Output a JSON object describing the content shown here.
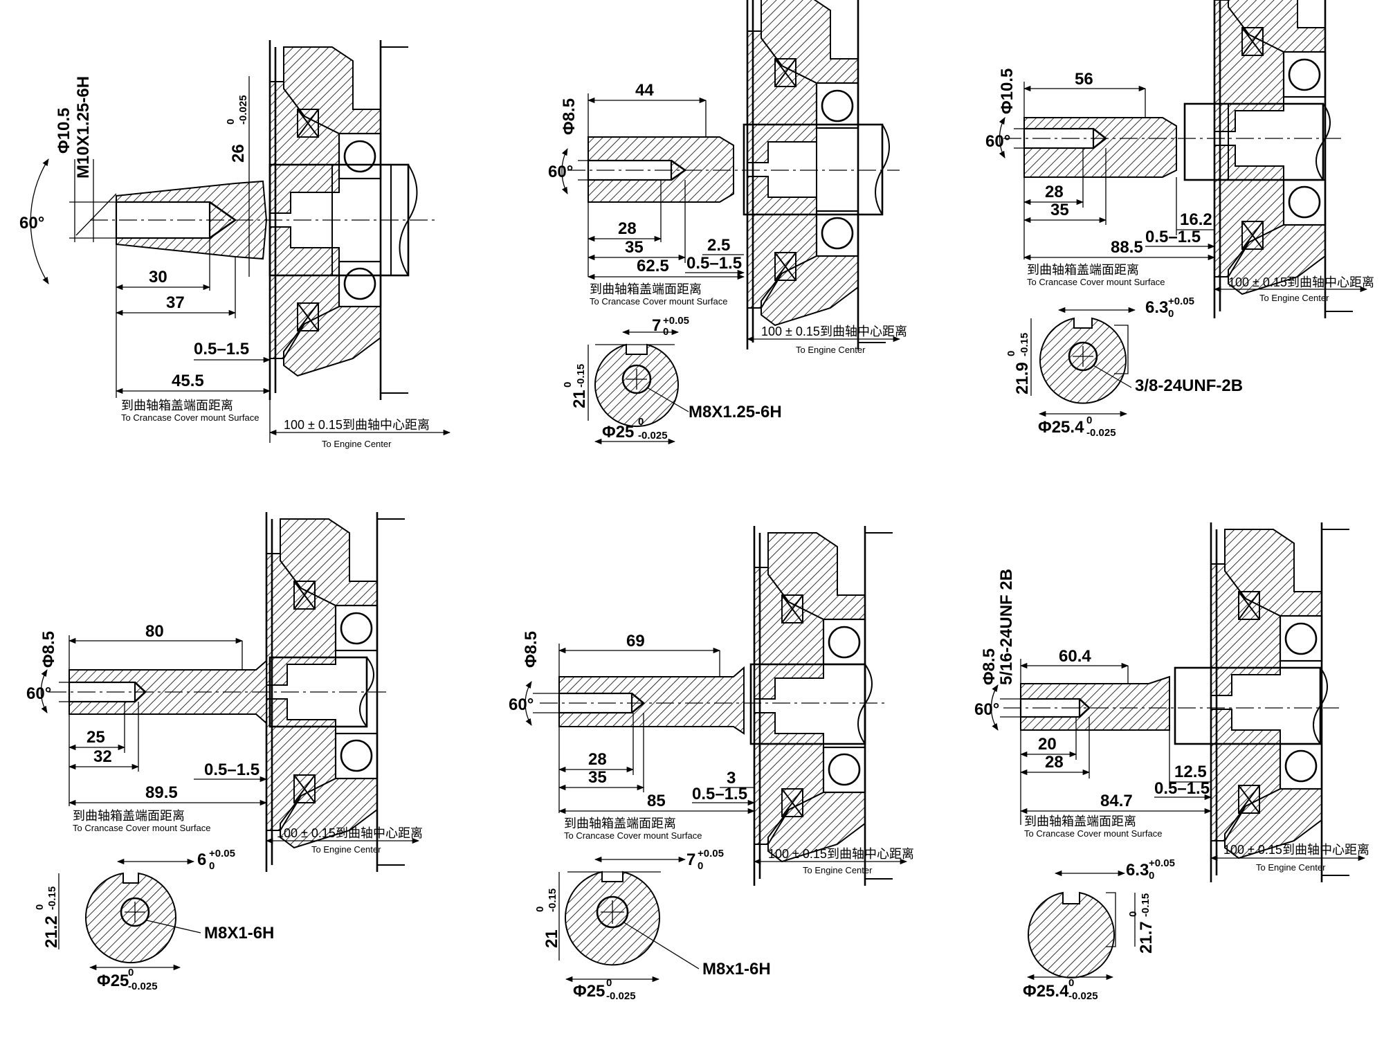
{
  "common": {
    "crankcase_cn": "到曲轴箱盖端面距离",
    "crankcase_en": "To Crancase Cover mount Surface",
    "center_cn": "100 ± 0.15到曲轴中心距离",
    "center_en": "To Engine Center"
  },
  "views": [
    {
      "id": "a",
      "dia": "Φ10.5",
      "thread": "M10X1.25-6H",
      "angle": "60°",
      "shaft_dia": "26",
      "shaft_tol": "-0.025",
      "shaft_tol_up": "0",
      "d1": "30",
      "d2": "37",
      "gap": "0.5–1.5",
      "total": "45.5"
    },
    {
      "id": "b",
      "dia": "Φ8.5",
      "angle": "60°",
      "length": "44",
      "d1": "28",
      "d2": "35",
      "step": "2.5",
      "gap": "0.5–1.5",
      "total": "62.5",
      "key": "7",
      "key_tol_up": "+0.05",
      "key_tol_lo": "0",
      "flat": "21",
      "flat_tol_up": "0",
      "flat_tol_lo": "-0.15",
      "thread": "M8X1.25-6H",
      "shaft": "Φ25",
      "shaft_tol_up": "0",
      "shaft_tol_lo": "-0.025"
    },
    {
      "id": "c",
      "dia": "Φ10.5",
      "angle": "60°",
      "length": "56",
      "d1": "28",
      "d2": "35",
      "step": "16.2",
      "gap": "0.5–1.5",
      "total": "88.5",
      "key": "6.3",
      "key_tol_up": "+0.05",
      "key_tol_lo": "0",
      "flat": "21.9",
      "flat_tol_up": "0",
      "flat_tol_lo": "-0.15",
      "thread": "3/8-24UNF-2B",
      "shaft": "Φ25.4",
      "shaft_tol_up": "0",
      "shaft_tol_lo": "-0.025"
    },
    {
      "id": "d",
      "dia": "Φ8.5",
      "angle": "60°",
      "length": "80",
      "d1": "25",
      "d2": "32",
      "gap": "0.5–1.5",
      "total": "89.5",
      "key": "6",
      "key_tol_up": "+0.05",
      "key_tol_lo": "0",
      "flat": "21.2",
      "flat_tol_up": "0",
      "flat_tol_lo": "-0.15",
      "thread": "M8X1-6H",
      "shaft": "Φ25",
      "shaft_tol_up": "0",
      "shaft_tol_lo": "-0.025"
    },
    {
      "id": "e",
      "dia": "Φ8.5",
      "angle": "60°",
      "length": "69",
      "d1": "28",
      "d2": "35",
      "step": "3",
      "gap": "0.5–1.5",
      "total": "85",
      "key": "7",
      "key_tol_up": "+0.05",
      "key_tol_lo": "0",
      "flat": "21",
      "flat_tol_up": "0",
      "flat_tol_lo": "-0.15",
      "thread": "M8x1-6H",
      "shaft": "Φ25",
      "shaft_tol_up": "0",
      "shaft_tol_lo": "-0.025"
    },
    {
      "id": "f",
      "dia": "Φ8.5",
      "thread_top": "5/16-24UNF 2B",
      "angle": "60°",
      "length": "60.4",
      "d1": "20",
      "d2": "28",
      "step": "12.5",
      "gap": "0.5–1.5",
      "total": "84.7",
      "key": "6.3",
      "key_tol_up": "+0.05",
      "key_tol_lo": "0",
      "flat": "21.7",
      "flat_tol_up": "0",
      "flat_tol_lo": "-0.15",
      "shaft": "Φ25.4",
      "shaft_tol_up": "0",
      "shaft_tol_lo": "-0.025"
    }
  ]
}
